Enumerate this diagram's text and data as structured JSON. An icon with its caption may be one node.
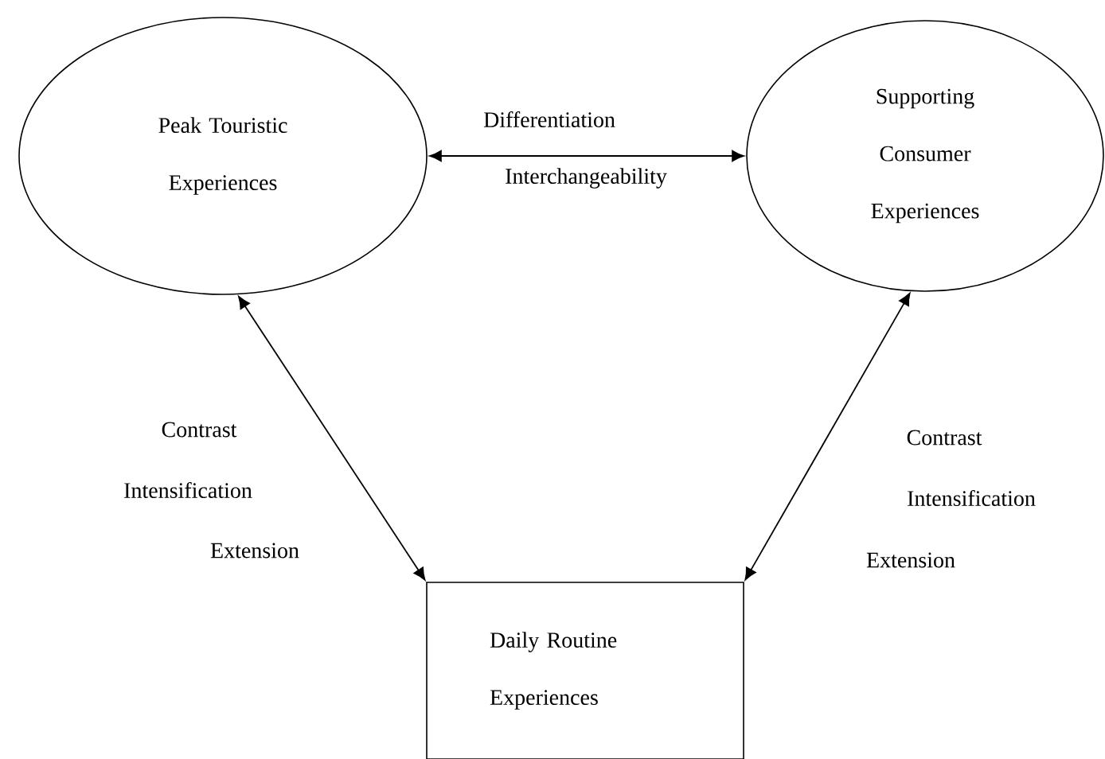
{
  "diagram": {
    "nodes": [
      {
        "text": [
          "Peak Touristic Experiences"
        ]
      },
      {
        "text": [
          "Supporting Consumer Experiences"
        ]
      },
      {
        "text": [
          "Daily Routine Experiences"
        ]
      }
    ],
    "edges": [
      {
        "from": 0,
        "to": 1,
        "arrow": "both"
      },
      {
        "from": 0,
        "to": 2,
        "arrow": "both"
      },
      {
        "from": 1,
        "to": 2,
        "arrow": "both"
      }
    ],
    "labels": [
      "Differentiation",
      "Interchangeability",
      "Contrast",
      "Intensification",
      "Extension",
      "Contrast",
      "Intensification",
      "Extension"
    ]
  }
}
